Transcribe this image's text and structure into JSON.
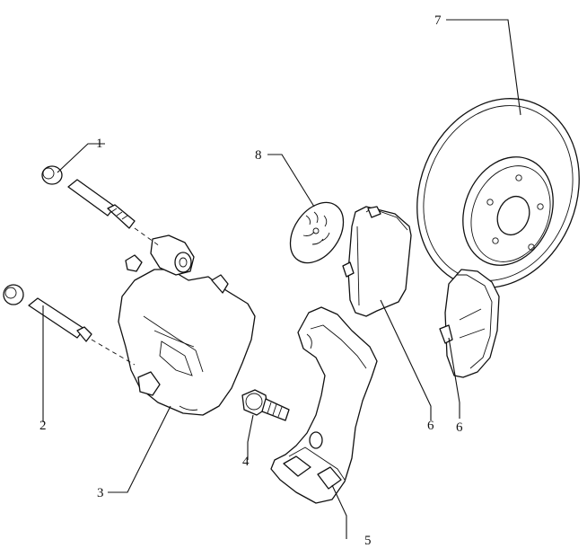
{
  "labels": {
    "l1": "1",
    "l2": "2",
    "l3": "3",
    "l4": "4",
    "l5": "5",
    "l6a": "6",
    "l6b": "6",
    "l7": "7",
    "l8": "8"
  },
  "colors": {
    "line": "#111111",
    "background": "#ffffff"
  }
}
